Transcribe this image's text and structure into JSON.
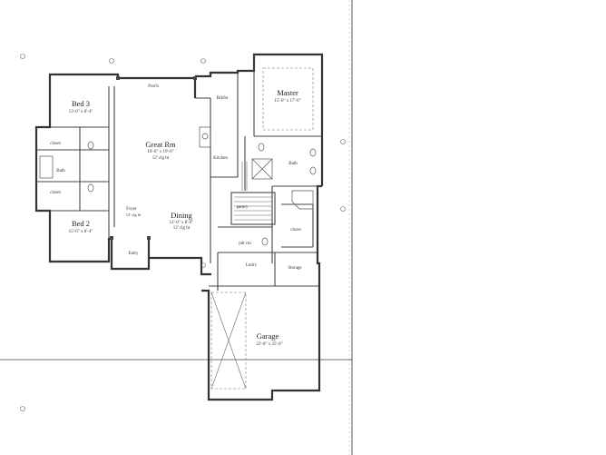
{
  "plan": {
    "rooms": {
      "bed3": {
        "name": "Bed 3",
        "dim": "13'-0\" x 8'-4\""
      },
      "bed2": {
        "name": "Bed 2",
        "dim": "15'-0\" x 8'-4\""
      },
      "great": {
        "name": "Great Rm",
        "dim": "16'-8\" x 19'-0\"",
        "ceiling": "12' clg ht"
      },
      "master": {
        "name": "Master",
        "dim": "15'-0\" x 17'-0\""
      },
      "garage": {
        "name": "Garage",
        "dim": "22'-8\" x 25'-0\""
      },
      "dining": {
        "name": "Dining",
        "dim": "12'-0\" x 8'-0\"",
        "ceiling": "12' clg ht"
      },
      "foyer": {
        "name": "Foyer",
        "ceiling": "12' clg ht"
      }
    },
    "labels": {
      "porch": "Porch",
      "brkfst": "Brkfst",
      "kitchen": "Kitchen",
      "bath_left": "Bath",
      "bath_master": "Bath",
      "closet_top": "closet",
      "closet_bottom": "closet",
      "closet_master": "closet",
      "entry": "Entry",
      "pantry": "pantry",
      "pdr_rm": "pdr rm",
      "lndry": "Lndry",
      "storage": "Storage"
    }
  }
}
